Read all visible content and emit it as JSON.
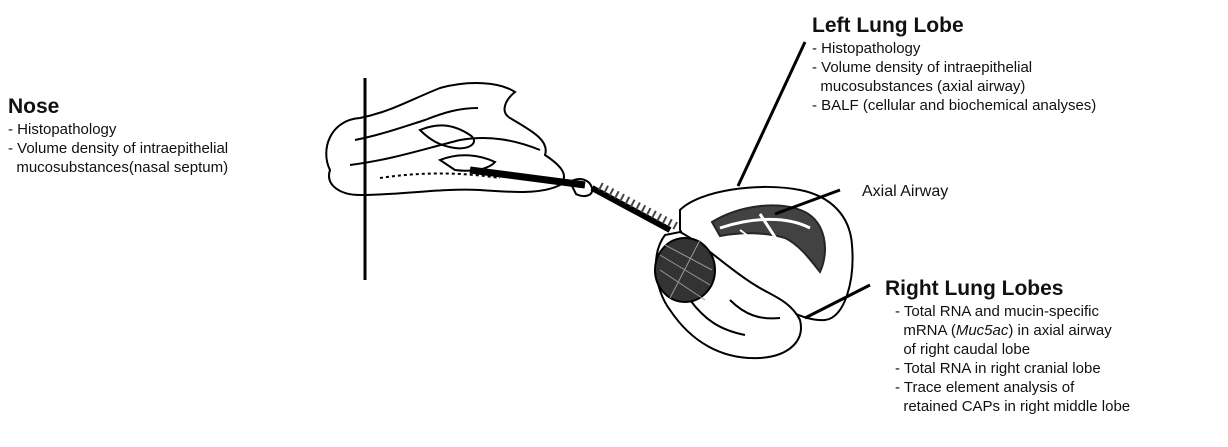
{
  "nose": {
    "title": "Nose",
    "items": [
      "- Histopathology",
      "- Volume density of intraepithelial",
      "  mucosubstances(nasal septum)"
    ]
  },
  "left_lung": {
    "title": "Left Lung Lobe",
    "items": [
      "- Histopathology",
      "- Volume density of intraepithelial",
      "  mucosubstances (axial airway)",
      "- BALF (cellular and biochemical analyses)"
    ]
  },
  "axial_airway": {
    "label": "Axial Airway"
  },
  "right_lungs": {
    "title": "Right Lung Lobes",
    "items": [
      "- Total RNA and mucin-specific",
      {
        "pre": "  mRNA (",
        "italic": "Muc5ac",
        "post": ") in axial airway"
      },
      "  of right caudal lobe",
      "- Total RNA in right cranial lobe",
      "- Trace element analysis of",
      "  retained CAPs in right middle lobe"
    ]
  }
}
